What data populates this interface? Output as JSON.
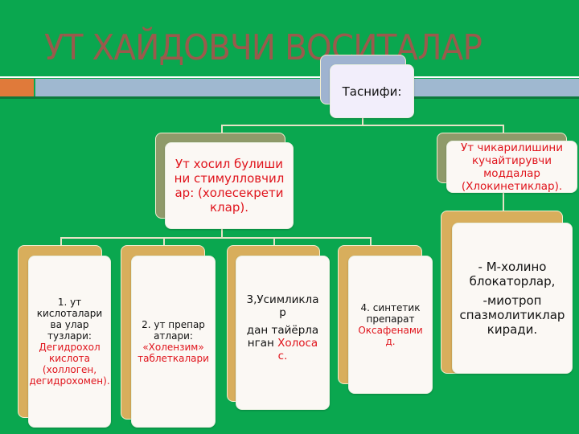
{
  "title": "УТ ХАЙДОВЧИ ВОСИТАЛАР",
  "root": {
    "label": "Таснифи:"
  },
  "branches": [
    {
      "label": "Ут хосил булишини стимулловчилар: (холесекретиклар)."
    },
    {
      "label": "Ут чикарилишини кучайтирувчи моддалар (Хлокинетиклар)."
    }
  ],
  "group1": [
    {
      "black": "1. ут кислоталари ва улар тузлари:",
      "red": "Дегидрохол кислота (холлоген, дегидрохомен)."
    },
    {
      "black": "2. ут препаратлари:",
      "red": "«Холензим» таблеткалари"
    },
    {
      "black1": "3,Усимликлар",
      "black2": "дан тайёрланган",
      "red": "Холосас",
      "tail": "."
    },
    {
      "black": "4. синтетик препарат",
      "red": "Оксафенамид."
    }
  ],
  "group2": {
    "line1": "- М-холино блокаторлар,",
    "line2": "-миотроп спазмолитиклар киради."
  },
  "colors": {
    "background": "#0aa74f",
    "accent_red": "#e0141c",
    "tan": "#d8ae5c",
    "bluegray": "#9fb3d0"
  }
}
